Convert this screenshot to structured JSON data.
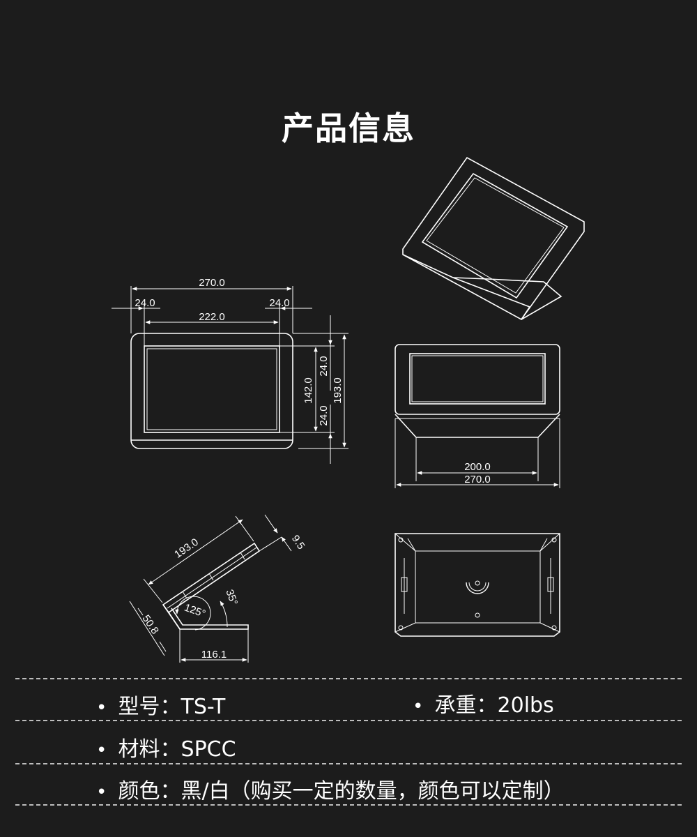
{
  "page": {
    "title": "产品信息"
  },
  "dimensions": {
    "front_total_width": "270.0",
    "front_left_border": "24.0",
    "front_right_border": "24.0",
    "front_screen_width": "222.0",
    "front_screen_height": "142.0",
    "front_top_border": "24.0",
    "front_bottom_border": "24.0",
    "front_total_height": "193.0",
    "base_inner_width": "200.0",
    "base_total_width": "270.0",
    "side_panel_length": "193.0",
    "side_thickness": "9.5",
    "side_base_height": "50.8",
    "side_base_depth": "116.1",
    "side_tilt_angle": "35°",
    "side_inner_angle": "125°"
  },
  "specs": {
    "model": "型号：TS-T",
    "load": "承重：20lbs",
    "material": "材料：SPCC",
    "color": "颜色：黑/白（购买一定的数量，颜色可以定制）",
    "bullet": "•"
  },
  "colors": {
    "background": "#1c1c1c",
    "line": "#ffffff",
    "divider": "#bdbdbd"
  }
}
